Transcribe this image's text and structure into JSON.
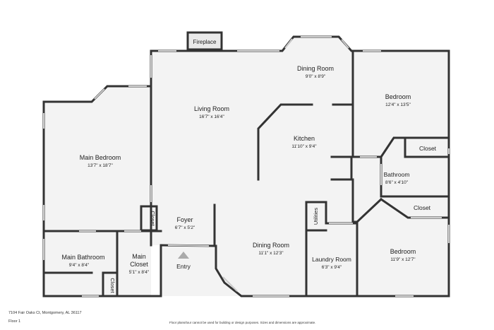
{
  "plan": {
    "fireplace": "Fireplace",
    "rooms": {
      "living_room": {
        "name": "Living Room",
        "dims": "16'7\" x 16'4\""
      },
      "dining_room_top": {
        "name": "Dining Room",
        "dims": "9'0\" x 8'9\""
      },
      "bedroom_top": {
        "name": "Bedroom",
        "dims": "12'4\" x 13'5\""
      },
      "main_bedroom": {
        "name": "Main Bedroom",
        "dims": "13'7\" x 18'7\""
      },
      "kitchen": {
        "name": "Kitchen",
        "dims": "11'10\" x 9'4\""
      },
      "closet_top_right": {
        "name": "Closet"
      },
      "bathroom": {
        "name": "Bathroom",
        "dims": "8'6\" x 4'10\""
      },
      "closet_right": {
        "name": "Closet"
      },
      "closet_foyer": {
        "name": "Closet"
      },
      "foyer": {
        "name": "Foyer",
        "dims": "6'7\" x 5'2\""
      },
      "utilities": {
        "name": "Utilities"
      },
      "dining_room": {
        "name": "Dining Room",
        "dims": "11'1\" x 12'3\""
      },
      "main_bathroom": {
        "name": "Main Bathroom",
        "dims": "9'4\" x 8'4\""
      },
      "main_closet": {
        "name_line1": "Main",
        "name_line2": "Closet",
        "dims": "5'1\" x 8'4\""
      },
      "laundry_room": {
        "name": "Laundry Room",
        "dims": "6'3\" x 9'4\""
      },
      "bedroom_bottom": {
        "name": "Bedroom",
        "dims": "11'9\" x 12'7\""
      },
      "closet_bottom": {
        "name": "Closet"
      }
    },
    "entry": "Entry"
  },
  "footer": {
    "address": "7104 Fair Oaks Ct, Montgomery, AL 36117",
    "floor": "Floor 1",
    "disclaimer": "Floor plans/tour cannot be used for building or design purposes. Sizes and dimensions are approximate."
  }
}
